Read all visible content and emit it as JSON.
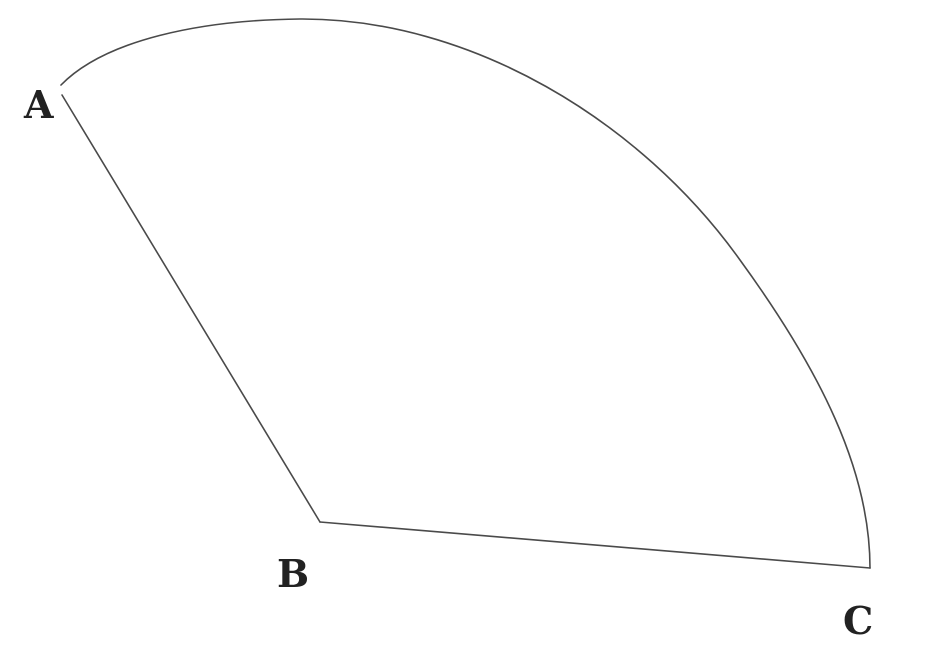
{
  "figure": {
    "points": {
      "a": {
        "label": "A"
      },
      "b": {
        "label": "B"
      },
      "c": {
        "label": "C"
      }
    },
    "colors": {
      "stroke": "#4a4a4a",
      "text": "#222222",
      "background": "#ffffff"
    }
  }
}
